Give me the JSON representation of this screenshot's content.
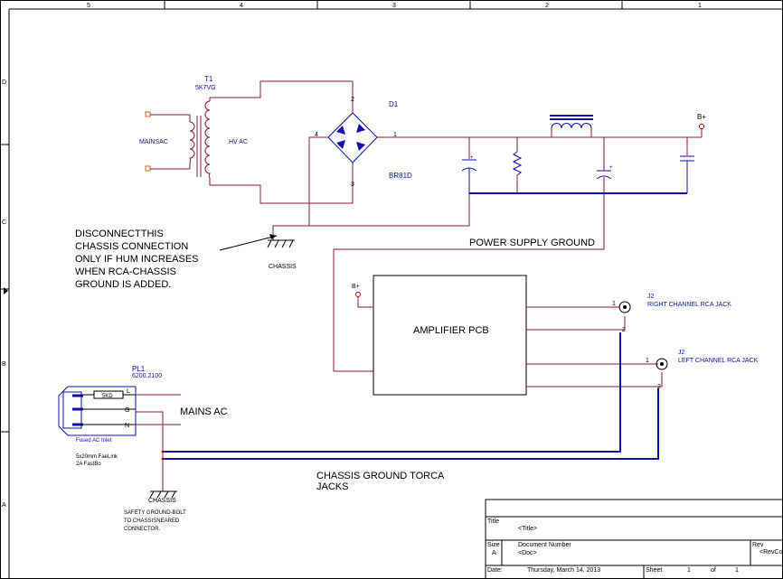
{
  "frame": {
    "columns": [
      "5",
      "4",
      "3",
      "2",
      "1"
    ],
    "rows": [
      "D",
      "C",
      "B",
      "A"
    ]
  },
  "transformer": {
    "ref": "T1",
    "value": "5K7VG",
    "primary": "MAINSAC",
    "secondary": "HV AC"
  },
  "bridge": {
    "ref": "D1",
    "value": "BR81D",
    "pins": {
      "p1": "1",
      "p2": "2",
      "p3": "3",
      "p4": "4"
    }
  },
  "bplus_top": "B+",
  "note": {
    "lines": [
      "DISCONNECTTHIS",
      "CHASSIS CONNECTION",
      "ONLY IF HUM INCREASES",
      "WHEN RCA-CHASSIS",
      "GROUND IS ADDED."
    ]
  },
  "chassis_top": "CHASSIS",
  "power_supply_ground": "POWER SUPPLY GROUND",
  "amplifier": {
    "label": "AMPLIFIER PCB",
    "bplus": "B+"
  },
  "jack_right": {
    "ref": "J2",
    "label": "RIGHT CHANNEL RCA JACK",
    "pin1": "1",
    "pin2": "2"
  },
  "jack_left": {
    "ref": "J2",
    "label": "LEFT CHANNEL RCA JACK",
    "pin1": "1",
    "pin2": "2"
  },
  "inlet": {
    "ref": "PL1",
    "value": "6200.2100",
    "fuse": "5KD",
    "pins": {
      "l": "L",
      "g": "G",
      "n": "N"
    },
    "caption": "Fused AC Inlet",
    "fuse_spec": [
      "5x20mm FaeLink",
      "2A FastBo"
    ]
  },
  "mains_ac": "MAINS AC",
  "chassis_ground_label": [
    "CHASSIS GROUND TORCA",
    "JACKS"
  ],
  "chassis_bottom": "CHASSIS",
  "safety_note": [
    "SAFETY GROUND-BOLT",
    "TO CHASSISNEARED",
    "CONNECTOR."
  ],
  "title_block": {
    "title_label": "Title",
    "title_value": "<Title>",
    "size_label": "Size",
    "size_value": "A",
    "docnum_label": "Document Number",
    "docnum_value": "<Doc>",
    "rev_label": "Rev",
    "rev_value": "<RevCo",
    "date_label": "Date:",
    "date_value": "Thursday, March 14, 2013",
    "sheet_label": "Sheet",
    "sheet_num": "1",
    "of_label": "of",
    "sheet_total": "1"
  },
  "colors": {
    "wire": "#8b1a3a",
    "ground": "#1010b0",
    "text_blue": "#1010a0"
  }
}
